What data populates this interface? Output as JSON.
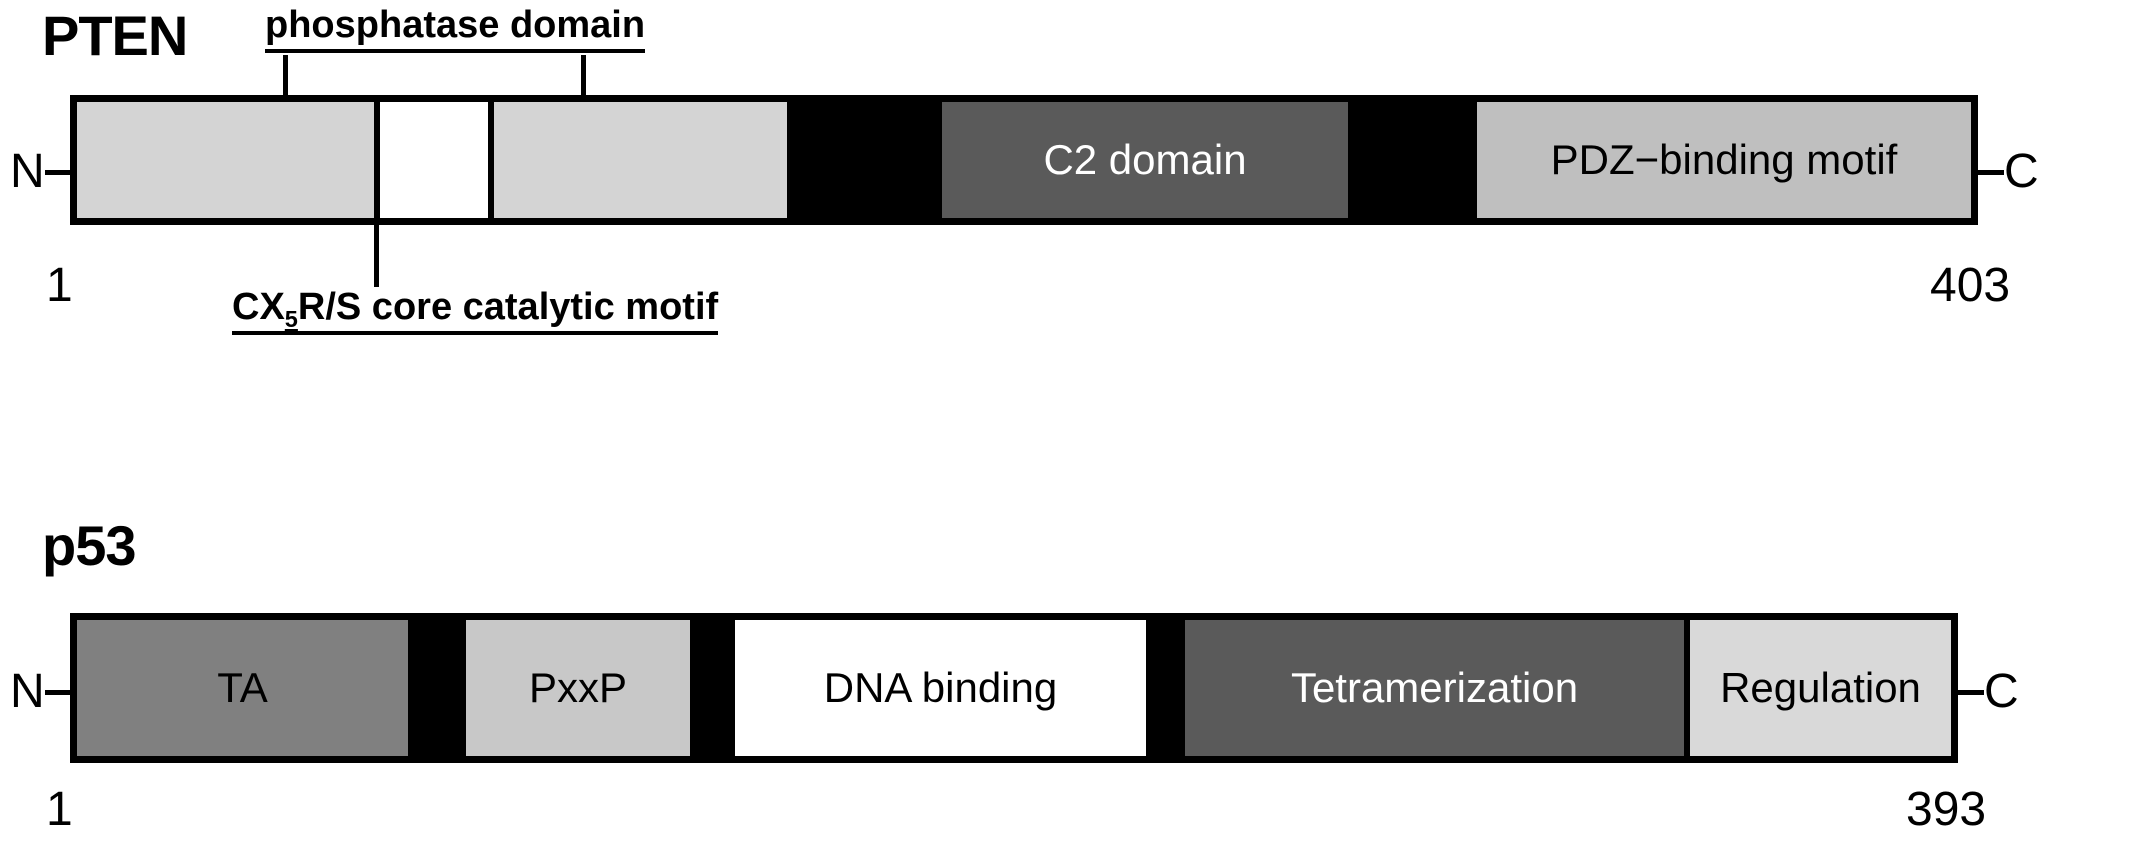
{
  "figure": {
    "background": "#ffffff",
    "stroke_color": "#000000"
  },
  "proteins": [
    {
      "id": "pten",
      "name": "PTEN",
      "n_terminus_label": "N",
      "c_terminus_label": "C",
      "start_residue": "1",
      "end_residue": "403",
      "domains": [
        {
          "id": "phosphatase-left",
          "label": "",
          "fill": "#d4d4d4",
          "text_color": "#000000"
        },
        {
          "id": "cx5rs-motif",
          "label": "",
          "fill": "#ffffff",
          "text_color": "#000000"
        },
        {
          "id": "phosphatase-right",
          "label": "",
          "fill": "#d4d4d4",
          "text_color": "#000000"
        },
        {
          "id": "c2-domain",
          "label": "C2 domain",
          "fill": "#5a5a5a",
          "text_color": "#ffffff"
        },
        {
          "id": "pdz-binding-motif",
          "label": "PDZ−binding motif",
          "fill": "#bfbfbf",
          "text_color": "#000000"
        }
      ],
      "annotations": [
        {
          "id": "phosphatase-domain",
          "text": "phosphatase domain",
          "underlined": true
        },
        {
          "id": "cx5rs-core-motif",
          "text_before": "CX",
          "subscript": "5",
          "text_after": "R/S core catalytic motif",
          "underlined": true
        }
      ]
    },
    {
      "id": "p53",
      "name": "p53",
      "n_terminus_label": "N",
      "c_terminus_label": "C",
      "start_residue": "1",
      "end_residue": "393",
      "domains": [
        {
          "id": "ta",
          "label": "TA",
          "fill": "#808080",
          "text_color": "#000000"
        },
        {
          "id": "pxxp",
          "label": "PxxP",
          "fill": "#c8c8c8",
          "text_color": "#000000"
        },
        {
          "id": "dna-binding",
          "label": "DNA binding",
          "fill": "#ffffff",
          "text_color": "#000000"
        },
        {
          "id": "tetramerization",
          "label": "Tetramerization",
          "fill": "#5a5a5a",
          "text_color": "#ffffff"
        },
        {
          "id": "regulation",
          "label": "Regulation",
          "fill": "#d9d9d9",
          "text_color": "#000000"
        }
      ]
    }
  ]
}
